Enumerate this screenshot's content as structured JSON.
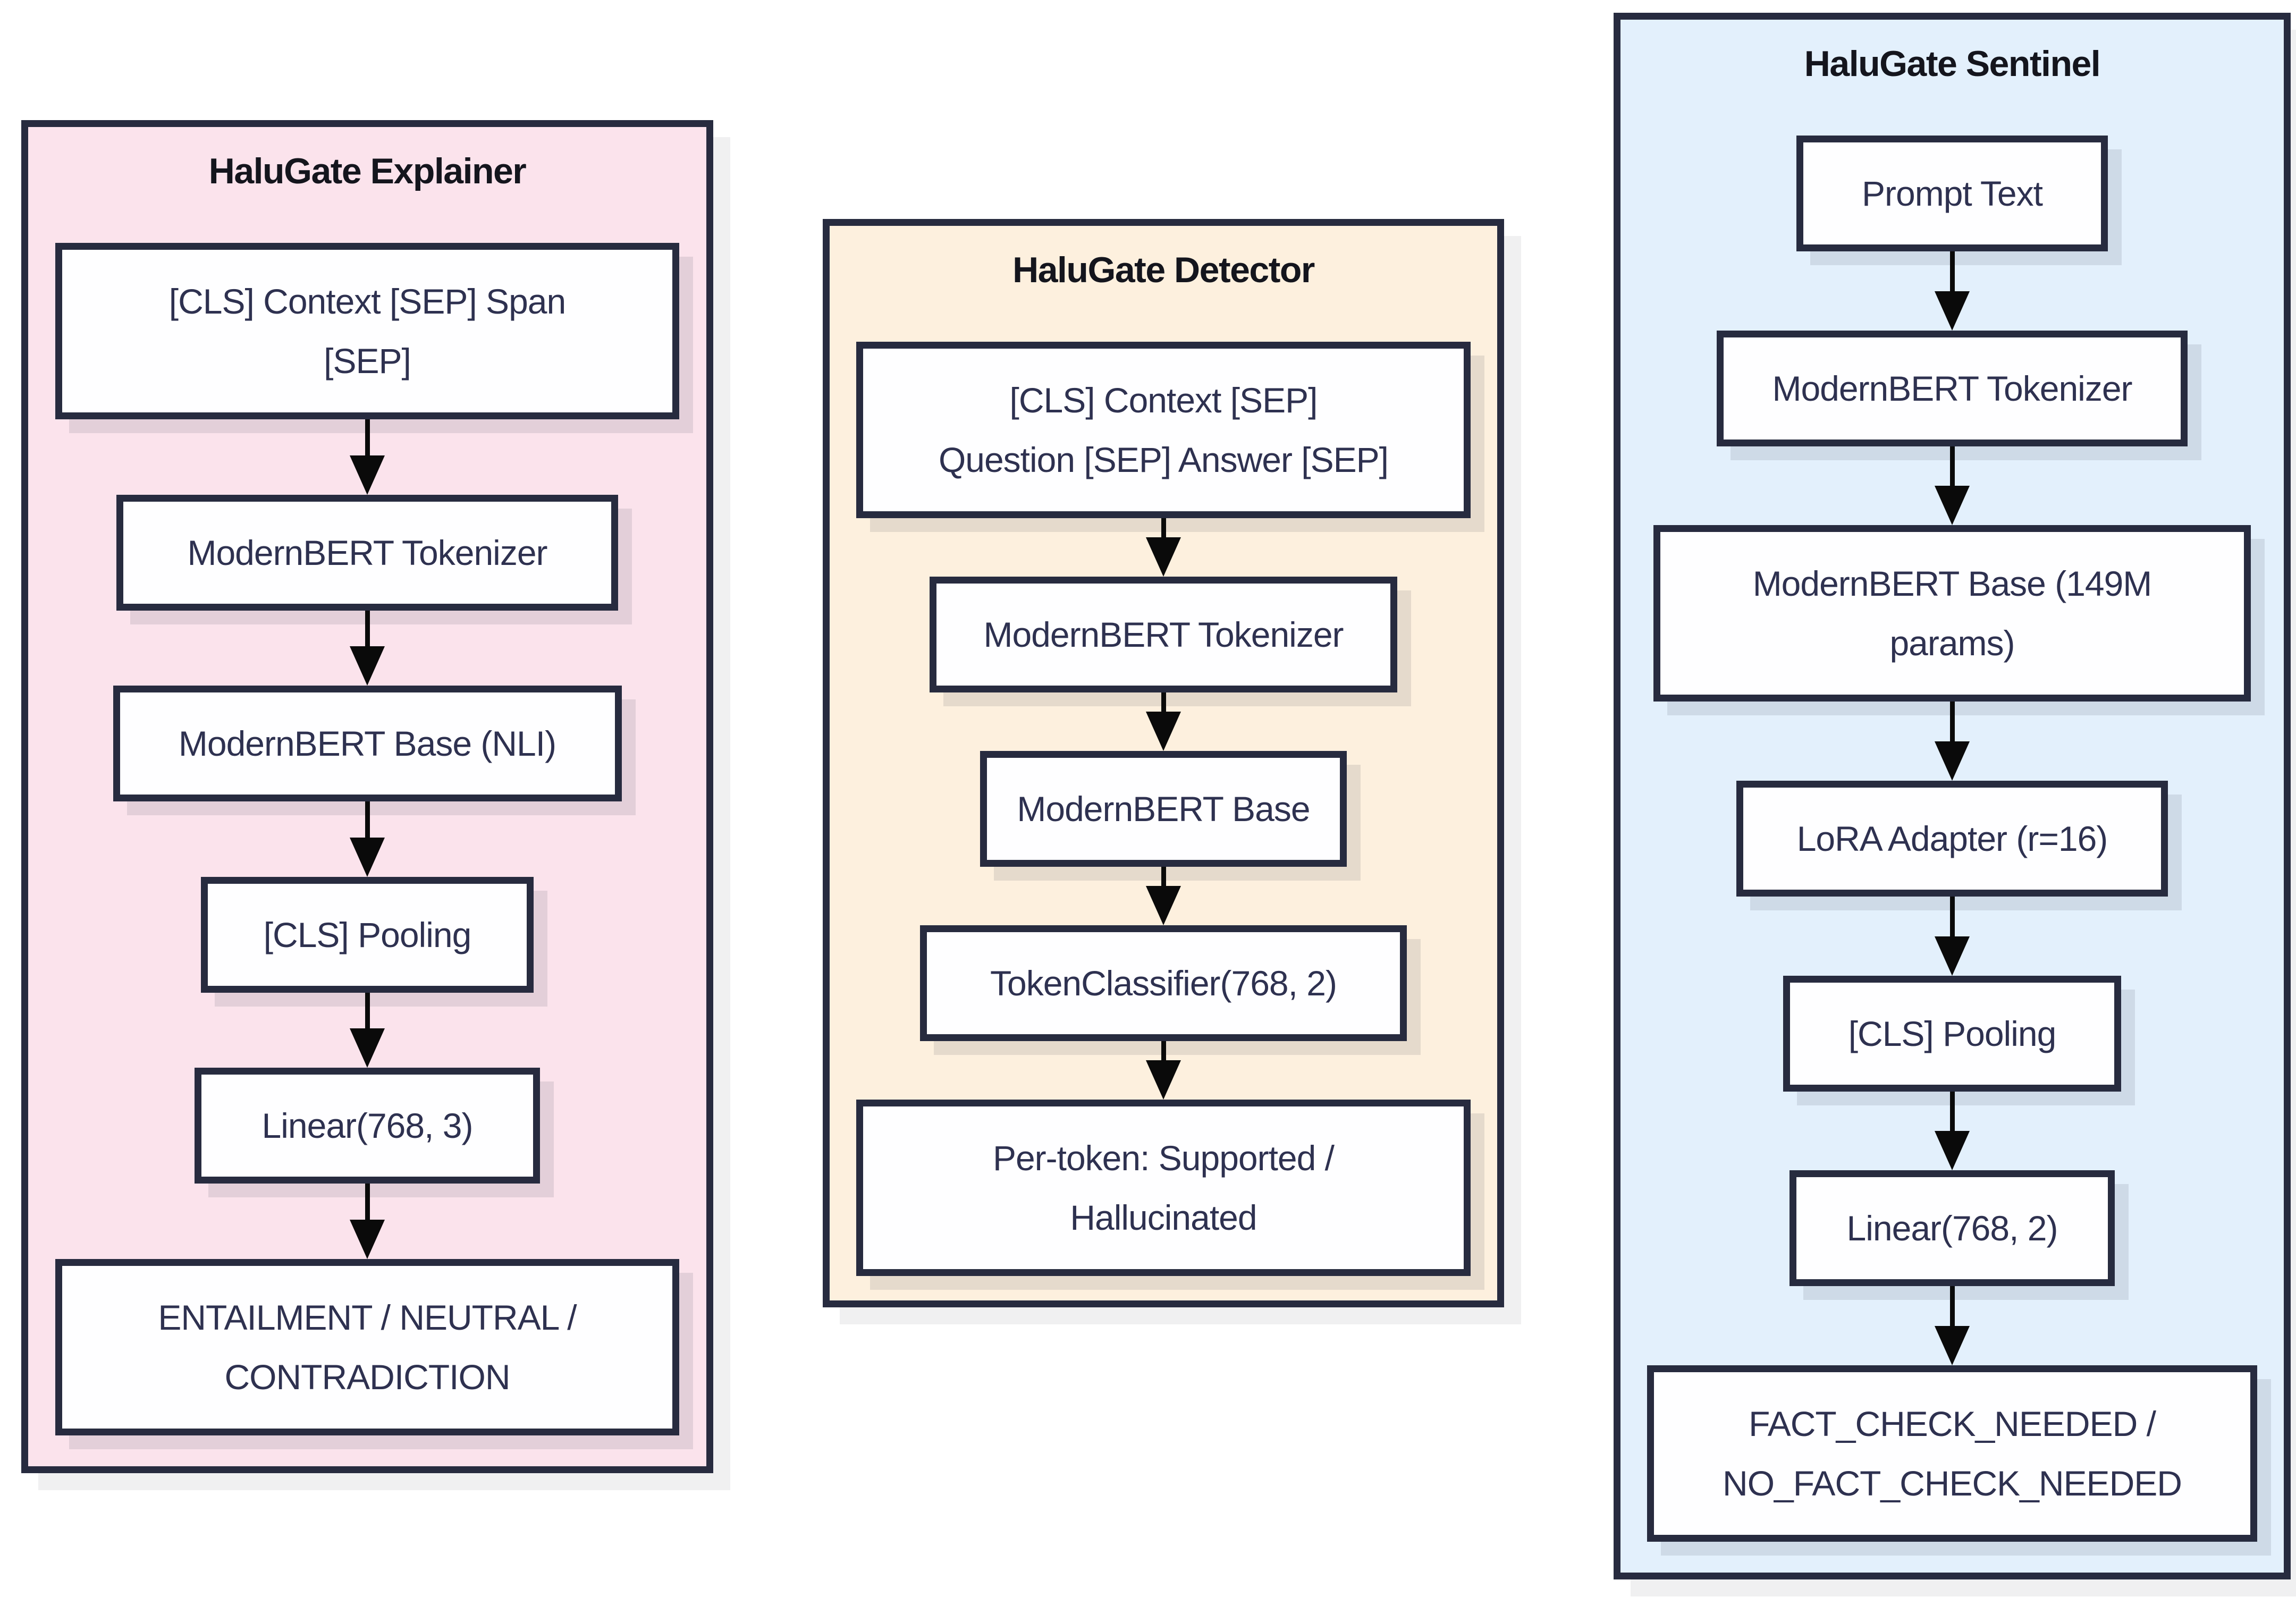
{
  "diagram": {
    "colors": {
      "page_background": "#ffffff",
      "panel_border": "#272b3f",
      "node_background": "#fefeff",
      "node_border": "#272b3f",
      "node_text": "#2e3150",
      "title_text": "#14151d",
      "arrow": "#0a0a0a",
      "explainer_background": "#fbe3ec",
      "detector_background": "#fdf0de",
      "sentinel_background": "#e3f0fc"
    },
    "panels": [
      {
        "title": "HaluGate Explainer",
        "boxes": [
          {
            "label": "[CLS] Context [SEP] Span\n[SEP]"
          },
          {
            "label": "ModernBERT Tokenizer"
          },
          {
            "label": "ModernBERT Base (NLI)"
          },
          {
            "label": "[CLS] Pooling"
          },
          {
            "label": "Linear(768, 3)"
          },
          {
            "label": "ENTAILMENT / NEUTRAL /\nCONTRADICTION"
          }
        ]
      },
      {
        "title": "HaluGate Detector",
        "boxes": [
          {
            "label": "[CLS] Context [SEP]\nQuestion [SEP] Answer [SEP]"
          },
          {
            "label": "ModernBERT Tokenizer"
          },
          {
            "label": "ModernBERT Base"
          },
          {
            "label": "TokenClassifier(768, 2)"
          },
          {
            "label": "Per-token: Supported /\nHallucinated"
          }
        ]
      },
      {
        "title": "HaluGate Sentinel",
        "boxes": [
          {
            "label": "Prompt Text"
          },
          {
            "label": "ModernBERT Tokenizer"
          },
          {
            "label": "ModernBERT Base (149M\nparams)"
          },
          {
            "label": "LoRA Adapter (r=16)"
          },
          {
            "label": "[CLS] Pooling"
          },
          {
            "label": "Linear(768, 2)"
          },
          {
            "label": "FACT_CHECK_NEEDED /\nNO_FACT_CHECK_NEEDED"
          }
        ]
      }
    ]
  }
}
